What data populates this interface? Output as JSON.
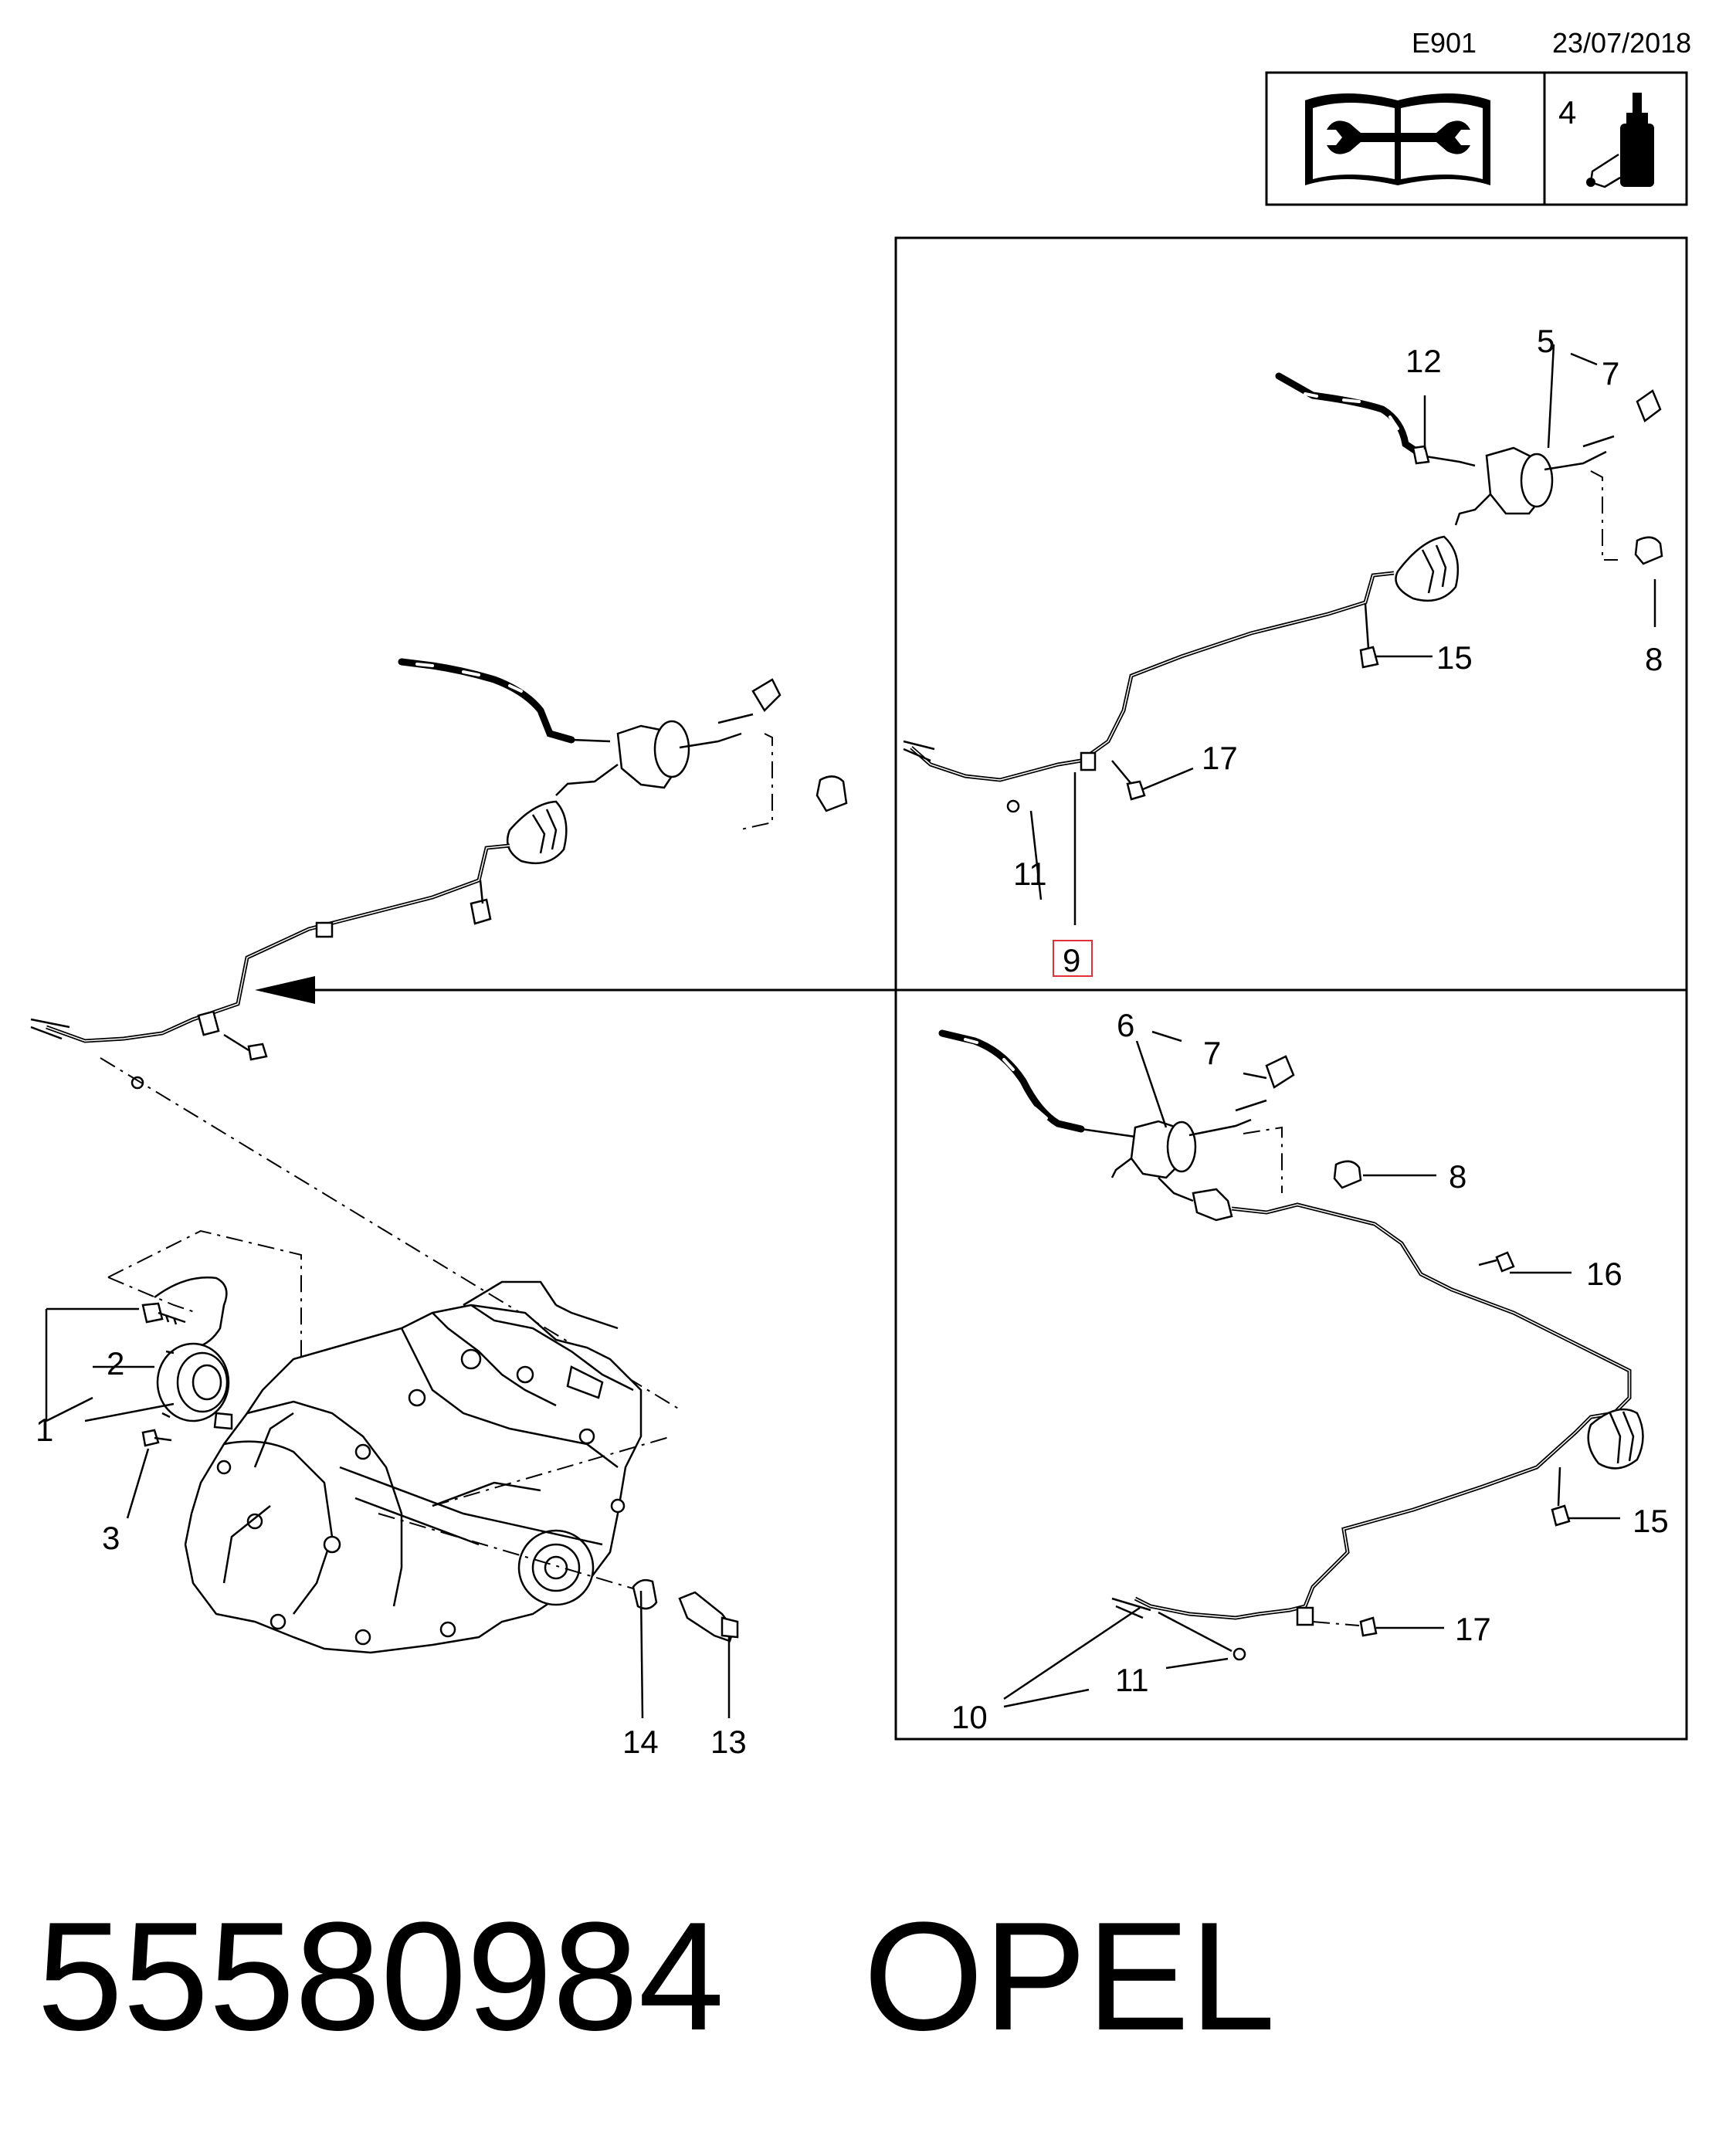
{
  "header": {
    "code": "E901",
    "date": "23/07/2018",
    "adhesive_ref": "4",
    "icons": [
      "service-manual-wrench-icon",
      "adhesive-bottle-icon"
    ]
  },
  "callouts": {
    "c1": "1",
    "c2": "2",
    "c3": "3",
    "c5": "5",
    "c6": "6",
    "c7a": "7",
    "c7b": "7",
    "c8a": "8",
    "c8b": "8",
    "c9": "9",
    "c10": "10",
    "c11a": "11",
    "c11b": "11",
    "c12": "12",
    "c13": "13",
    "c14": "14",
    "c15a": "15",
    "c15b": "15",
    "c16": "16",
    "c17a": "17",
    "c17b": "17"
  },
  "highlight": {
    "label": "9",
    "color": "#e0303a"
  },
  "footer": {
    "part_number": "55580984",
    "brand": "OPEL"
  }
}
